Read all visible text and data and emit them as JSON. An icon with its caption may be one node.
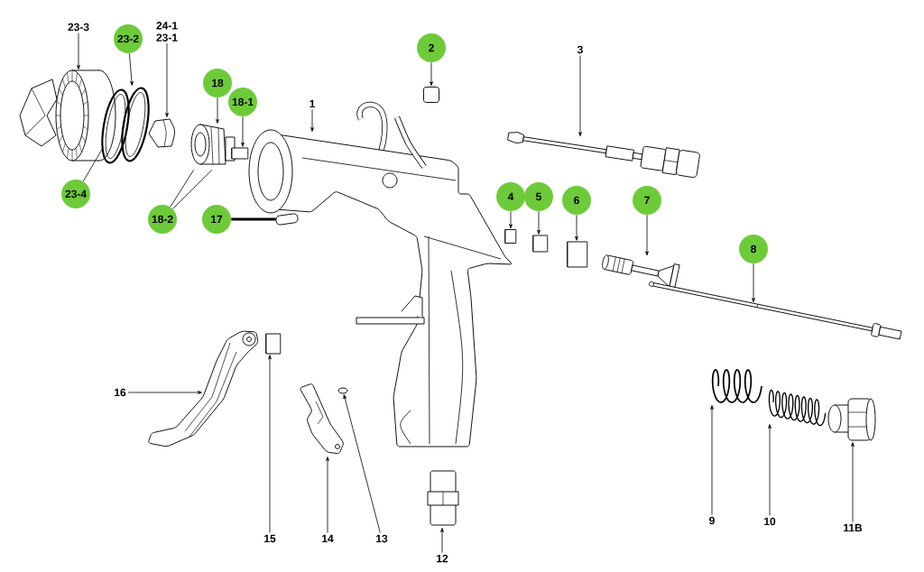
{
  "diagram": {
    "nodes": [
      {
        "text": [
          "23-3"
        ]
      },
      {
        "text": [
          "23-2"
        ]
      },
      {
        "text": [
          "24-1",
          "23-1"
        ]
      },
      {
        "text": [
          "18"
        ]
      },
      {
        "text": [
          "18-1"
        ]
      },
      {
        "text": [
          "23-4"
        ]
      },
      {
        "text": [
          "18-2"
        ]
      },
      {
        "text": [
          "17"
        ]
      },
      {
        "text": [
          "1"
        ]
      },
      {
        "text": [
          "2"
        ]
      },
      {
        "text": [
          "3"
        ]
      },
      {
        "text": [
          "4"
        ]
      },
      {
        "text": [
          "5"
        ]
      },
      {
        "text": [
          "6"
        ]
      },
      {
        "text": [
          "7"
        ]
      },
      {
        "text": [
          "8"
        ]
      },
      {
        "text": [
          "16"
        ]
      },
      {
        "text": [
          "15"
        ]
      },
      {
        "text": [
          "14"
        ]
      },
      {
        "text": [
          "13"
        ]
      },
      {
        "text": [
          "12"
        ]
      },
      {
        "text": [
          "9"
        ]
      },
      {
        "text": [
          "10"
        ]
      },
      {
        "text": [
          "11B"
        ]
      },
      {
        "text": [],
        "shape": "picture"
      },
      {
        "text": [],
        "shape": "picture"
      },
      {
        "text": [],
        "shape": "picture"
      },
      {
        "text": [],
        "shape": "picture"
      },
      {
        "text": [],
        "shape": "picture"
      },
      {
        "text": [],
        "shape": "cylinder"
      },
      {
        "text": [],
        "shape": "bar"
      },
      {
        "text": [],
        "shape": "picture"
      },
      {
        "text": [],
        "shape": "box"
      },
      {
        "text": [],
        "shape": "picture"
      },
      {
        "text": [],
        "shape": "cylinder"
      },
      {
        "text": [],
        "shape": "cylinder"
      },
      {
        "text": [],
        "shape": "cylinder"
      },
      {
        "text": [],
        "shape": "picture"
      },
      {
        "text": [],
        "shape": "picture"
      },
      {
        "text": [],
        "shape": "picture"
      },
      {
        "text": [],
        "shape": "picture"
      },
      {
        "text": [],
        "shape": "picture"
      },
      {
        "text": [],
        "shape": "picture"
      },
      {
        "text": [],
        "shape": "cylinder"
      },
      {
        "text": [],
        "shape": "picture"
      },
      {
        "text": [],
        "shape": "circle"
      },
      {
        "text": [],
        "shape": "picture"
      }
    ],
    "edges": [
      {
        "from": 0,
        "to": 24,
        "arrow": "to"
      },
      {
        "from": 1,
        "to": 25,
        "arrow": "to"
      },
      {
        "from": 2,
        "to": 27,
        "arrow": "to"
      },
      {
        "from": 3,
        "to": 28,
        "arrow": "to"
      },
      {
        "from": 4,
        "to": 29,
        "arrow": "to"
      },
      {
        "from": 5,
        "to": 26,
        "arrow": "none"
      },
      {
        "from": 6,
        "to": 28,
        "arrow": "none"
      },
      {
        "from": 6,
        "to": 28,
        "arrow": "none"
      },
      {
        "from": 7,
        "to": 30,
        "arrow": "none",
        "style": "thick"
      },
      {
        "from": 8,
        "to": 31,
        "arrow": "to"
      },
      {
        "from": 9,
        "to": 32,
        "arrow": "to"
      },
      {
        "from": 10,
        "to": 33,
        "arrow": "to"
      },
      {
        "from": 11,
        "to": 34,
        "arrow": "to"
      },
      {
        "from": 12,
        "to": 35,
        "arrow": "to"
      },
      {
        "from": 13,
        "to": 36,
        "arrow": "to"
      },
      {
        "from": 14,
        "to": 37,
        "arrow": "to"
      },
      {
        "from": 15,
        "to": 38,
        "arrow": "to"
      },
      {
        "from": 16,
        "to": 42,
        "arrow": "to"
      },
      {
        "from": 17,
        "to": 43,
        "arrow": "to"
      },
      {
        "from": 18,
        "to": 44,
        "arrow": "to"
      },
      {
        "from": 19,
        "to": 45,
        "arrow": "to"
      },
      {
        "from": 20,
        "to": 46,
        "arrow": "to"
      },
      {
        "from": 21,
        "to": 39,
        "arrow": "to"
      },
      {
        "from": 22,
        "to": 40,
        "arrow": "to"
      },
      {
        "from": 23,
        "to": 41,
        "arrow": "to"
      }
    ]
  }
}
